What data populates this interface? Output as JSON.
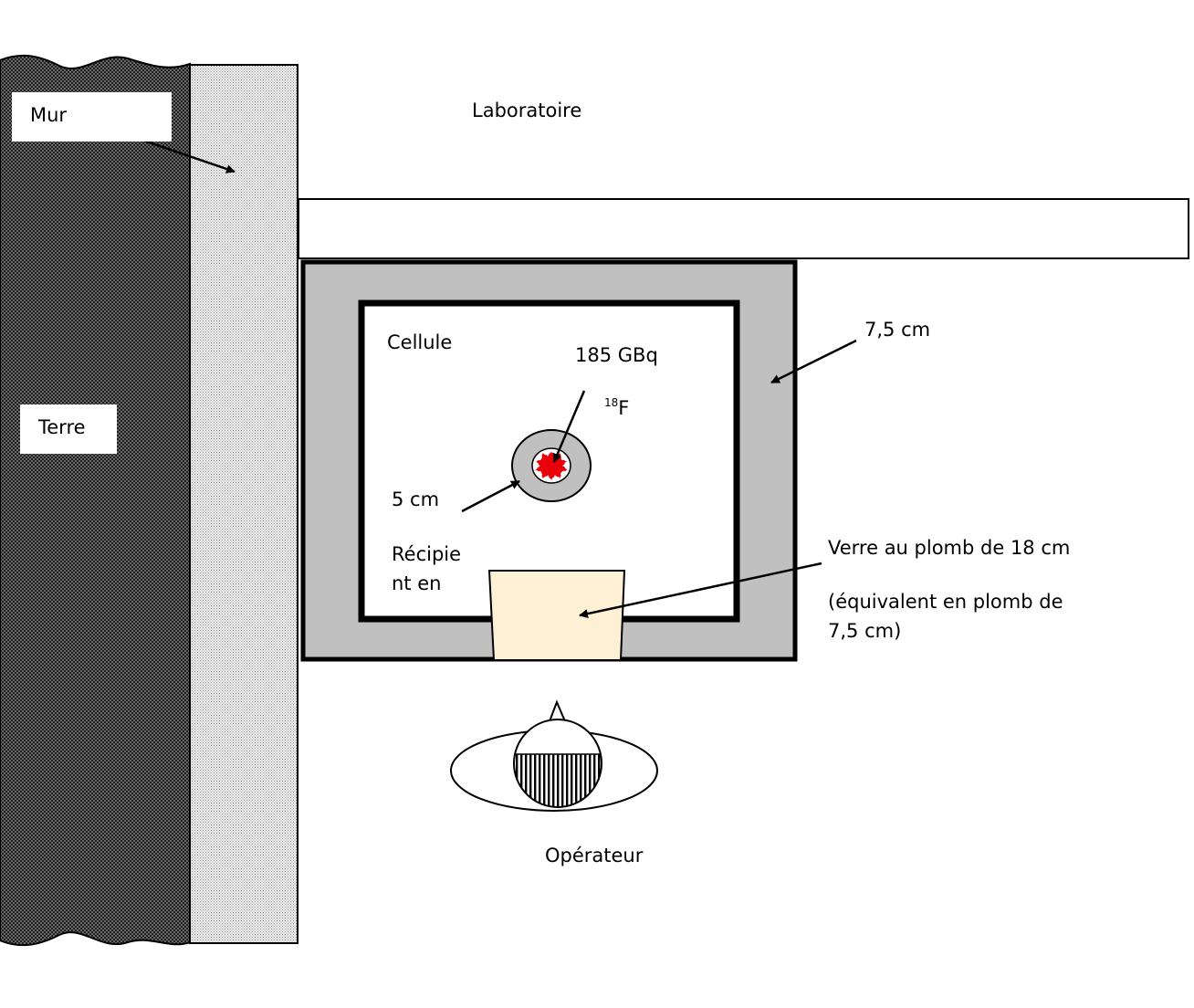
{
  "labels": {
    "mur": "Mur",
    "terre": "Terre",
    "laboratoire": "Laboratoire",
    "cellule": "Cellule",
    "activity": "185 GBq",
    "isotope_mass": "18",
    "isotope_symbol": "F",
    "container_thickness": "5 cm",
    "container_line1": "Récipie",
    "container_line2": "nt en",
    "shield_thickness": "7,5 cm",
    "glass_line1": "Verre au plomb de 18 cm",
    "glass_line2": "(équivalent en plomb de",
    "glass_line3": "7,5 cm)",
    "operator": "Opérateur"
  },
  "colors": {
    "lead_shield": "#c0c0c0",
    "lead_glass": "#fdf0d5",
    "source": "#e8000b",
    "earth_pattern": "#4a4a4a",
    "wall_pattern": "#e6e6e6"
  }
}
